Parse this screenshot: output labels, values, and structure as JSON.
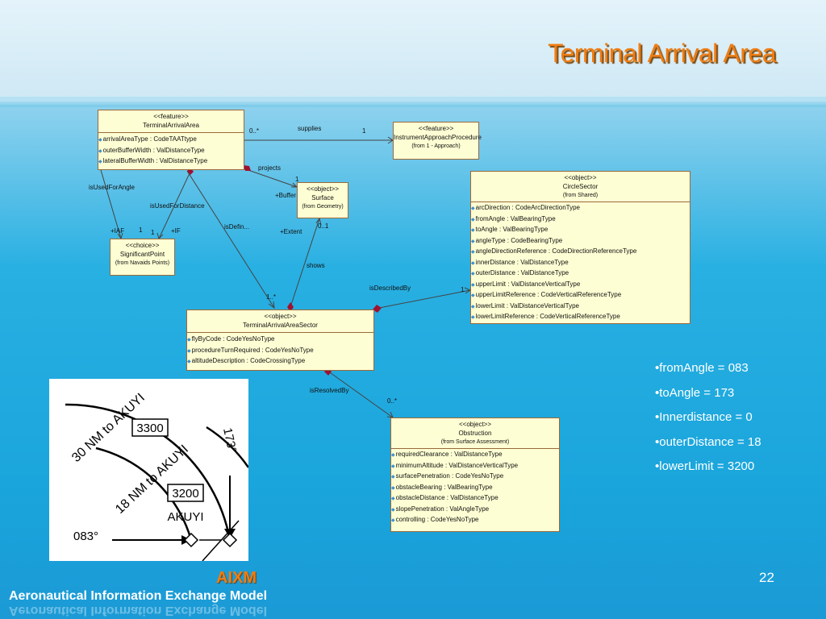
{
  "slide": {
    "title": "Terminal Arrival Area",
    "page_number": "22",
    "footer_brand": "AIXM",
    "footer_text": "Aeronautical Information Exchange Model"
  },
  "boxes": {
    "terminal_arrival_area": {
      "stereotype": "<<feature>>",
      "name": "TerminalArrivalArea",
      "attributes": [
        "arrivalAreaType : CodeTAATtype",
        "outerBufferWidth : ValDistanceType",
        "lateralBufferWidth : ValDistanceType"
      ]
    },
    "instrument_approach": {
      "stereotype": "<<feature>>",
      "name": "InstrumentApproachProcedure",
      "source": "(from 1 - Approach)"
    },
    "surface": {
      "stereotype": "<<object>>",
      "name": "Surface",
      "source": "(from Geometry)"
    },
    "significant_point": {
      "stereotype": "<<choice>>",
      "name": "SignificantPoint",
      "source": "(from Navaids Points)"
    },
    "circle_sector": {
      "stereotype": "<<object>>",
      "name": "CircleSector",
      "source": "(from Shared)",
      "attributes": [
        "arcDirection : CodeArcDirectionType",
        "fromAngle : ValBearingType",
        "toAngle : ValBearingType",
        "angleType : CodeBearingType",
        "angleDirectionReference : CodeDirectionReferenceType",
        "innerDistance : ValDistanceType",
        "outerDistance : ValDistanceType",
        "upperLimit : ValDistanceVerticalType",
        "upperLimitReference : CodeVerticalReferenceType",
        "lowerLimit : ValDistanceVerticalType",
        "lowerLimitReference : CodeVerticalReferenceType"
      ]
    },
    "terminal_arrival_area_sector": {
      "stereotype": "<<object>>",
      "name": "TerminalArrivalAreaSector",
      "attributes": [
        "flyByCode : CodeYesNoType",
        "procedureTurnRequired : CodeYesNoType",
        "altitudeDescription : CodeCrossingType"
      ]
    },
    "obstruction": {
      "stereotype": "<<object>>",
      "name": "Obstruction",
      "source": "(from Surface Assessment)",
      "attributes": [
        "requiredClearance : ValDistanceType",
        "minimumAltitude : ValDistanceVerticalType",
        "surfacePenetration : CodeYesNoType",
        "obstacleBearing : ValBearingType",
        "obstacleDistance : ValDistanceType",
        "slopePenetration : ValAngleType",
        "controlling : CodeYesNoType"
      ]
    }
  },
  "associations": {
    "supplies": "supplies",
    "supplies_mult_src": "0..*",
    "supplies_mult_dst": "1",
    "projects": "projects",
    "projects_mult": "1",
    "buffer": "+Buffer",
    "is_used_for_angle": "isUsedForAngle",
    "is_used_for_distance": "isUsedForDistance",
    "iaf": "+IAF",
    "iaf_mult": "1",
    "if": "+IF",
    "if_mult": "1",
    "is_defin": "isDefin...",
    "extent": "+Extent",
    "extent_mult": "0..1",
    "shows": "shows",
    "sector_mult": "1..*",
    "is_described_by": "isDescribedBy",
    "described_mult": "1",
    "is_resolved_by": "isResolvedBy",
    "resolved_mult": "0..*"
  },
  "facts": [
    "•fromAngle = 083",
    "•toAngle = 173",
    "•Innerdistance = 0",
    "•outerDistance = 18",
    "•lowerLimit = 3200"
  ],
  "inset": {
    "label_30nm": "30 NM to AKUYI",
    "label_18nm": "18 NM to AKUYI",
    "alt_outer": "3300",
    "alt_inner": "3200",
    "bearing_173": "173°",
    "bearing_083": "083°",
    "fix_name": "AKUYI"
  }
}
